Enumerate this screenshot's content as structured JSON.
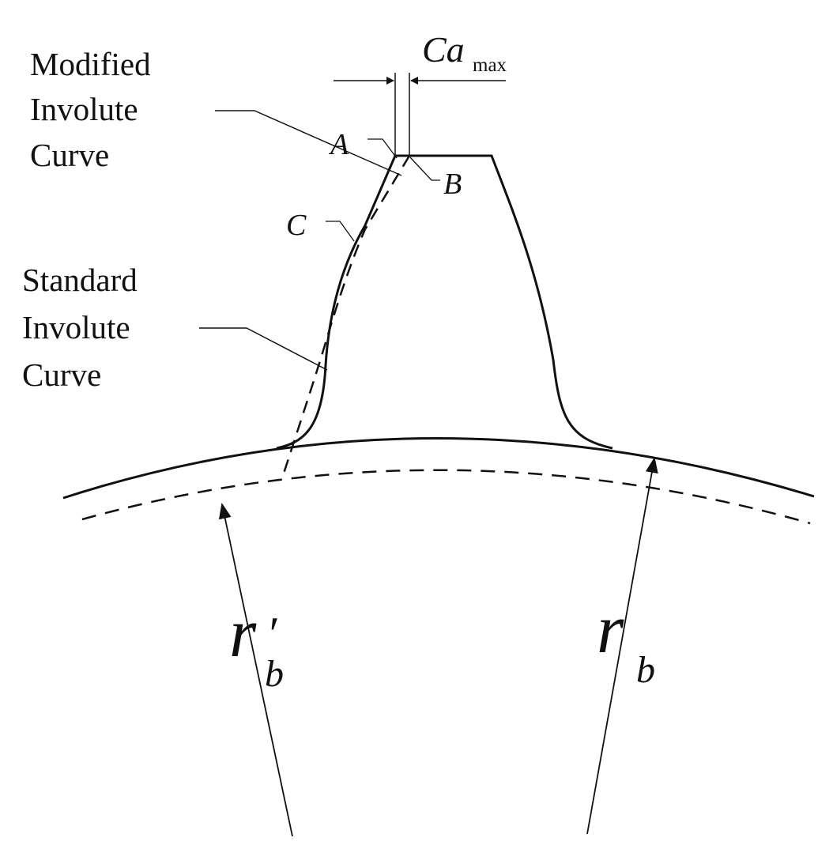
{
  "labels": {
    "modified_involute": [
      "Modified",
      "Involute",
      "Curve"
    ],
    "standard_involute": [
      "Standard",
      "Involute",
      "Curve"
    ],
    "point_a": "A",
    "point_b": "B",
    "point_c": "C",
    "ca_main": "Ca",
    "ca_sub": "max",
    "rb_prime_main": "r",
    "rb_prime_sub": "b",
    "rb_prime_mark": "′",
    "rb_main": "r",
    "rb_sub": "b"
  },
  "colors": {
    "ink": "#111111",
    "background": "#ffffff"
  }
}
